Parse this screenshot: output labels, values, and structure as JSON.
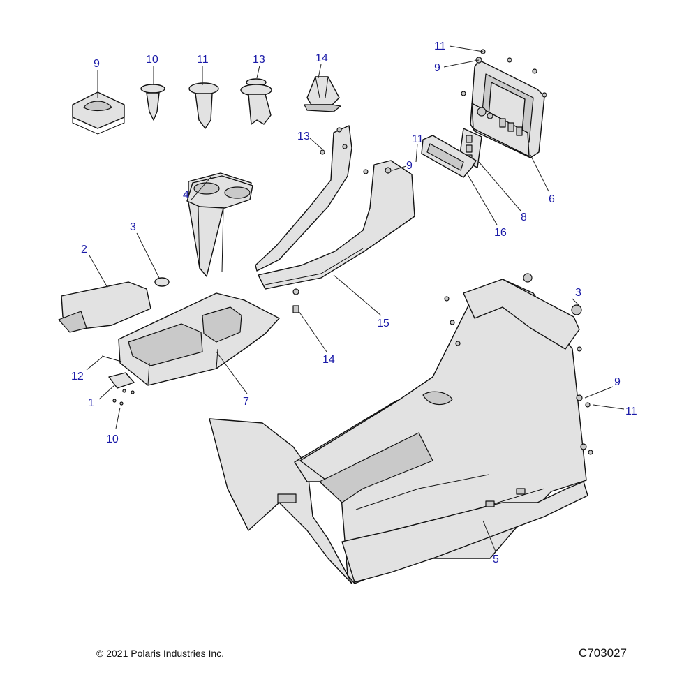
{
  "footer": {
    "copyright": "© 2021 Polaris Industries Inc.",
    "drawing_id": "C703027"
  },
  "callouts": [
    {
      "id": "c-9-top",
      "label": "9"
    },
    {
      "id": "c-10-top",
      "label": "10"
    },
    {
      "id": "c-11-top",
      "label": "11"
    },
    {
      "id": "c-13-top",
      "label": "13"
    },
    {
      "id": "c-14-top",
      "label": "14"
    },
    {
      "id": "c-11-panel",
      "label": "11"
    },
    {
      "id": "c-9-panel",
      "label": "9"
    },
    {
      "id": "c-6",
      "label": "6"
    },
    {
      "id": "c-8",
      "label": "8"
    },
    {
      "id": "c-16",
      "label": "16"
    },
    {
      "id": "c-13-mid",
      "label": "13"
    },
    {
      "id": "c-11-mid",
      "label": "11"
    },
    {
      "id": "c-9-mid",
      "label": "9"
    },
    {
      "id": "c-4",
      "label": "4"
    },
    {
      "id": "c-3-left",
      "label": "3"
    },
    {
      "id": "c-2",
      "label": "2"
    },
    {
      "id": "c-15",
      "label": "15"
    },
    {
      "id": "c-14-mid",
      "label": "14"
    },
    {
      "id": "c-3-right",
      "label": "3"
    },
    {
      "id": "c-7",
      "label": "7"
    },
    {
      "id": "c-12",
      "label": "12"
    },
    {
      "id": "c-1",
      "label": "1"
    },
    {
      "id": "c-10-low",
      "label": "10"
    },
    {
      "id": "c-9-right",
      "label": "9"
    },
    {
      "id": "c-11-right",
      "label": "11"
    },
    {
      "id": "c-5",
      "label": "5"
    }
  ]
}
